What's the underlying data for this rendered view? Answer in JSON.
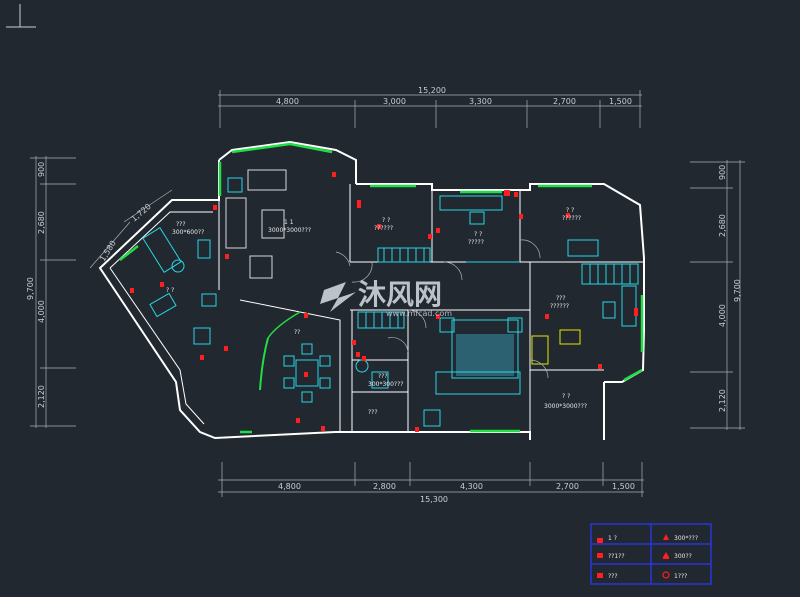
{
  "plan": {
    "dims_top": {
      "total": "15,200",
      "segments": [
        "4,800",
        "3,000",
        "3,300",
        "2,700",
        "1,500"
      ]
    },
    "dims_bottom": {
      "total": "15,300",
      "segments": [
        "4,800",
        "2,800",
        "4,300",
        "2,700",
        "1,500"
      ]
    },
    "dims_left": {
      "total": "9,700",
      "segments": [
        "900",
        "2,680",
        "4,000",
        "2,120"
      ]
    },
    "dims_right": {
      "total": "9,700",
      "segments": [
        "900",
        "2,680",
        "4,000",
        "2,120"
      ]
    },
    "dims_diag": [
      "1,720",
      "1,580"
    ],
    "rooms": {
      "living": "1  1",
      "living_size": "3000*3000???",
      "bed_a": "?  ?",
      "bed_a_size": "??????",
      "study": "?  ?",
      "study_size": "?????",
      "bed_b": "?  ?",
      "bed_b_size": "??????",
      "kitchen_left": "???",
      "kitchen_left_size": "300*600??",
      "bath_left": "?  ?",
      "master": "???",
      "master_size": "??????",
      "room_br": "?  ?",
      "room_br_size": "3000*3000???",
      "wc_mid": "???",
      "wc_mid_size": "300*300???",
      "store": "???",
      "dining_note": "??"
    }
  },
  "legend": {
    "items": [
      {
        "label": "1  ?"
      },
      {
        "label": "300*???"
      },
      {
        "label": "??1??"
      },
      {
        "label": "300??"
      },
      {
        "label": "???"
      },
      {
        "label": "1???"
      }
    ]
  },
  "watermark": {
    "brand": "沐风网",
    "url": "www.mfcad.com"
  },
  "colors": {
    "background": "#212830",
    "wall": "#ffffff",
    "window": "#22dd44",
    "fixture": "#29d6e6",
    "marker": "#ff1f1f",
    "legend_border": "#2b36d9"
  }
}
